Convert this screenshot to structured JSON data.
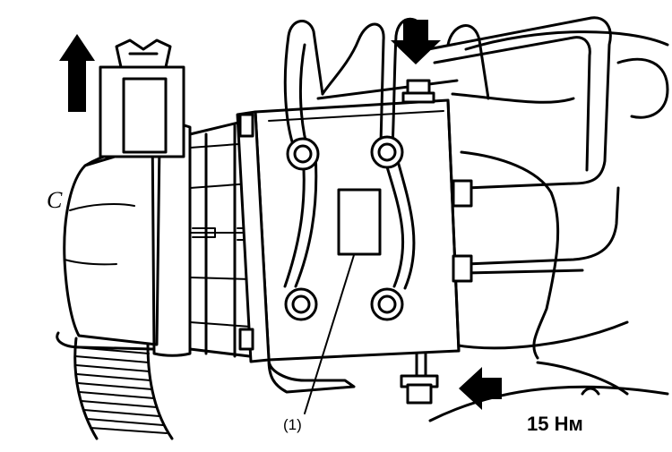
{
  "labels": {
    "view_letter": "C",
    "callout": "(1)",
    "torque": "15 Нм"
  },
  "icons": [
    "arrow-up-icon",
    "arrow-down-icon",
    "arrow-left-icon"
  ],
  "colors": {
    "ink": "#000000",
    "paper": "#ffffff"
  }
}
